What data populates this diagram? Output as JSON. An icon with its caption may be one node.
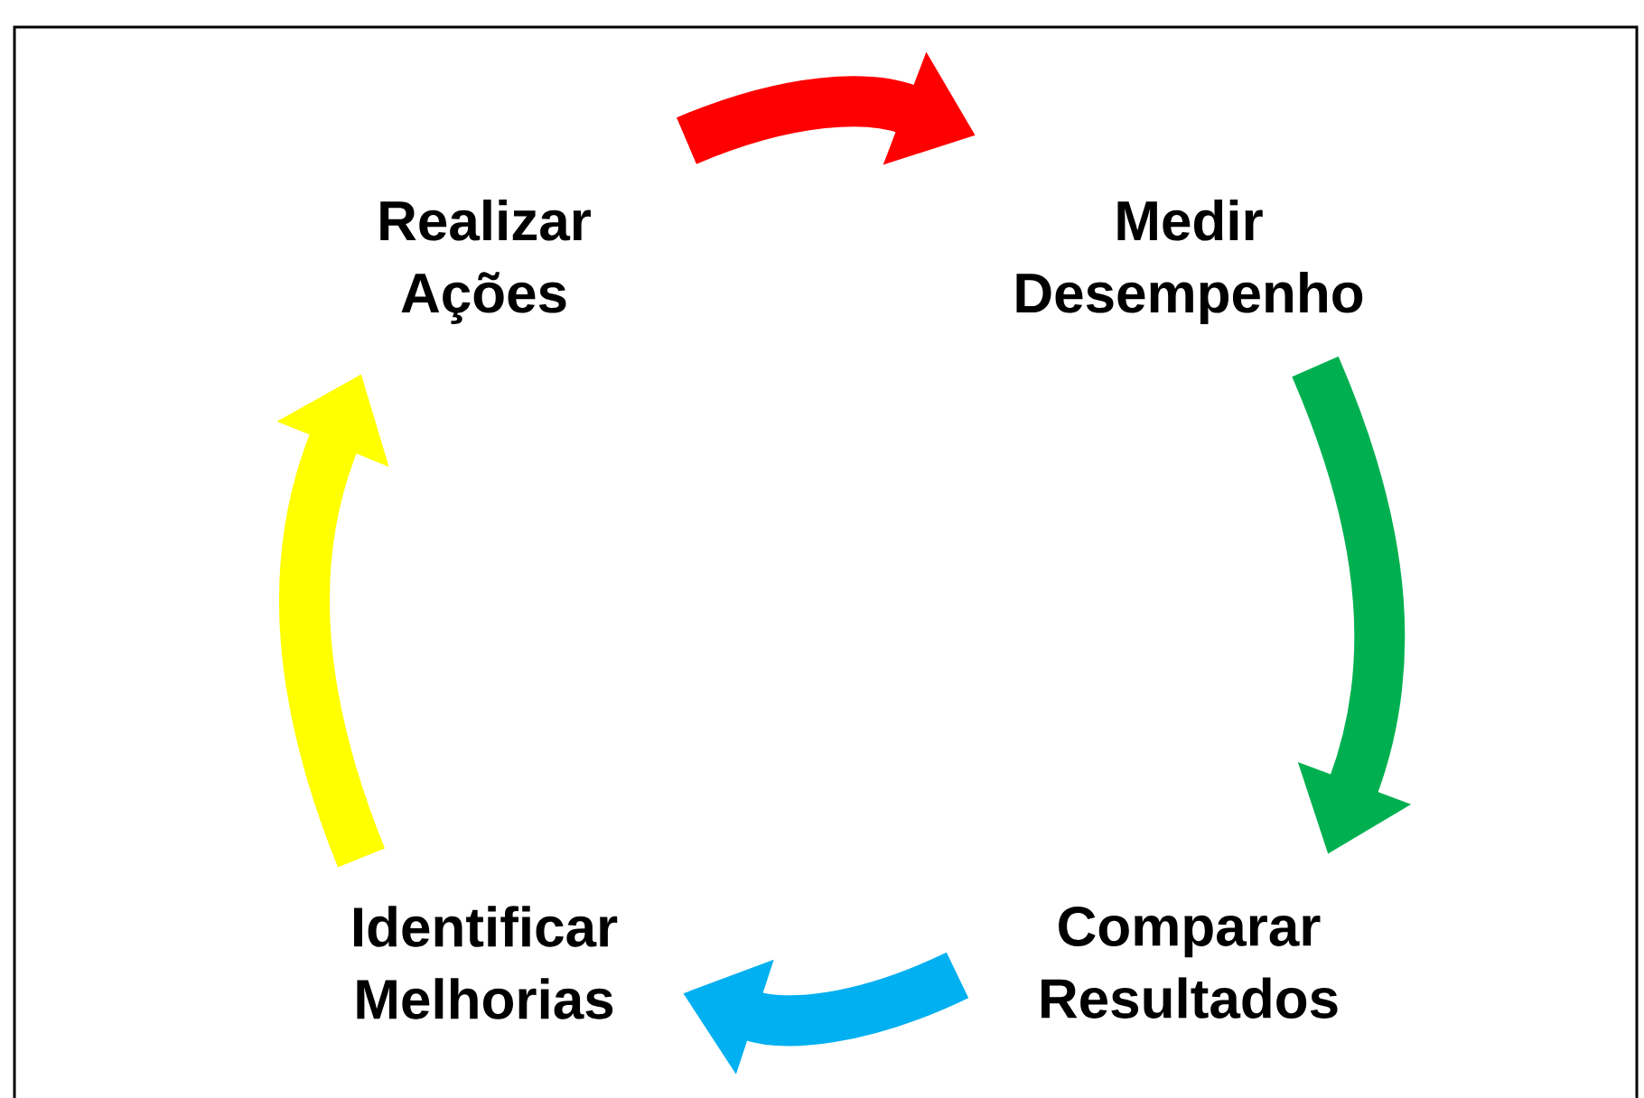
{
  "diagram": {
    "nodes": [
      {
        "text": [
          "Realizar Ações"
        ]
      },
      {
        "text": [
          "Medir Desempenho"
        ]
      },
      {
        "text": [
          "Comparar Resultados"
        ]
      },
      {
        "text": [
          "Identificar Melhorias"
        ]
      }
    ],
    "edges": [
      {
        "from": 0,
        "to": 1,
        "arrow": "to",
        "color": "#ff0000"
      },
      {
        "from": 1,
        "to": 2,
        "arrow": "to",
        "color": "#00b050"
      },
      {
        "from": 2,
        "to": 3,
        "arrow": "to",
        "color": "#00b0f0"
      },
      {
        "from": 3,
        "to": 0,
        "arrow": "to",
        "color": "#ffff00"
      }
    ]
  }
}
